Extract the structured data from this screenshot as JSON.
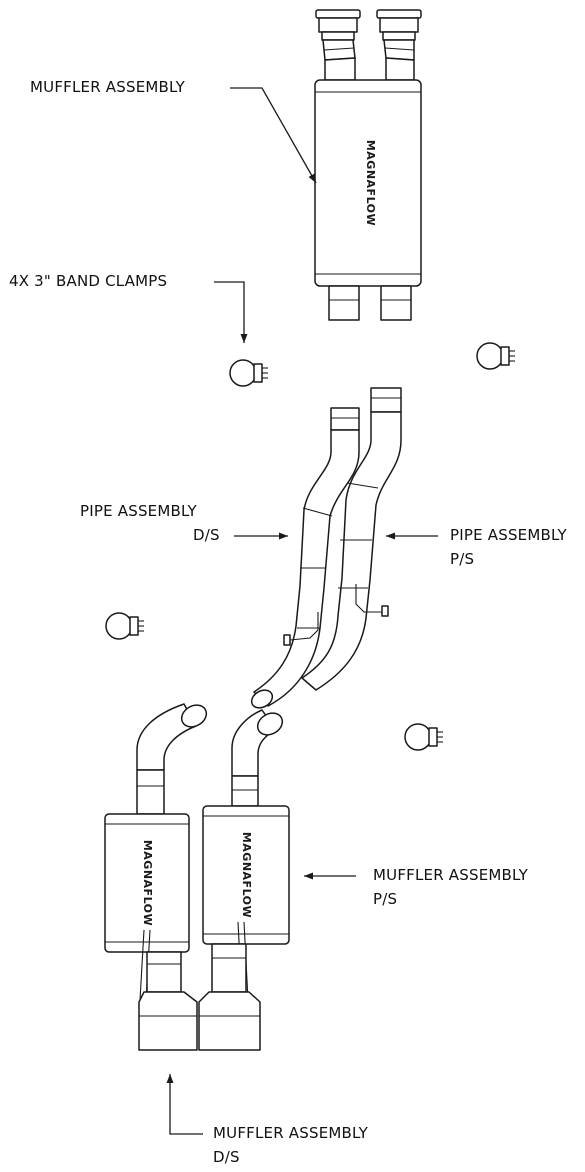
{
  "labels": {
    "muffler_top": "MUFFLER ASSEMBLY",
    "band_clamps": "4X 3\" BAND CLAMPS",
    "pipe_ds_line1": "PIPE ASSEMBLY",
    "pipe_ds_line2": "D/S",
    "pipe_ps_line1": "PIPE ASSEMBLY",
    "pipe_ps_line2": "P/S",
    "muffler_ps_line1": "MUFFLER ASSEMBLY",
    "muffler_ps_line2": "P/S",
    "muffler_ds_line1": "MUFFLER ASSEMBLY",
    "muffler_ds_line2": "D/S"
  },
  "brand_logo": "MAGNAFLOW"
}
